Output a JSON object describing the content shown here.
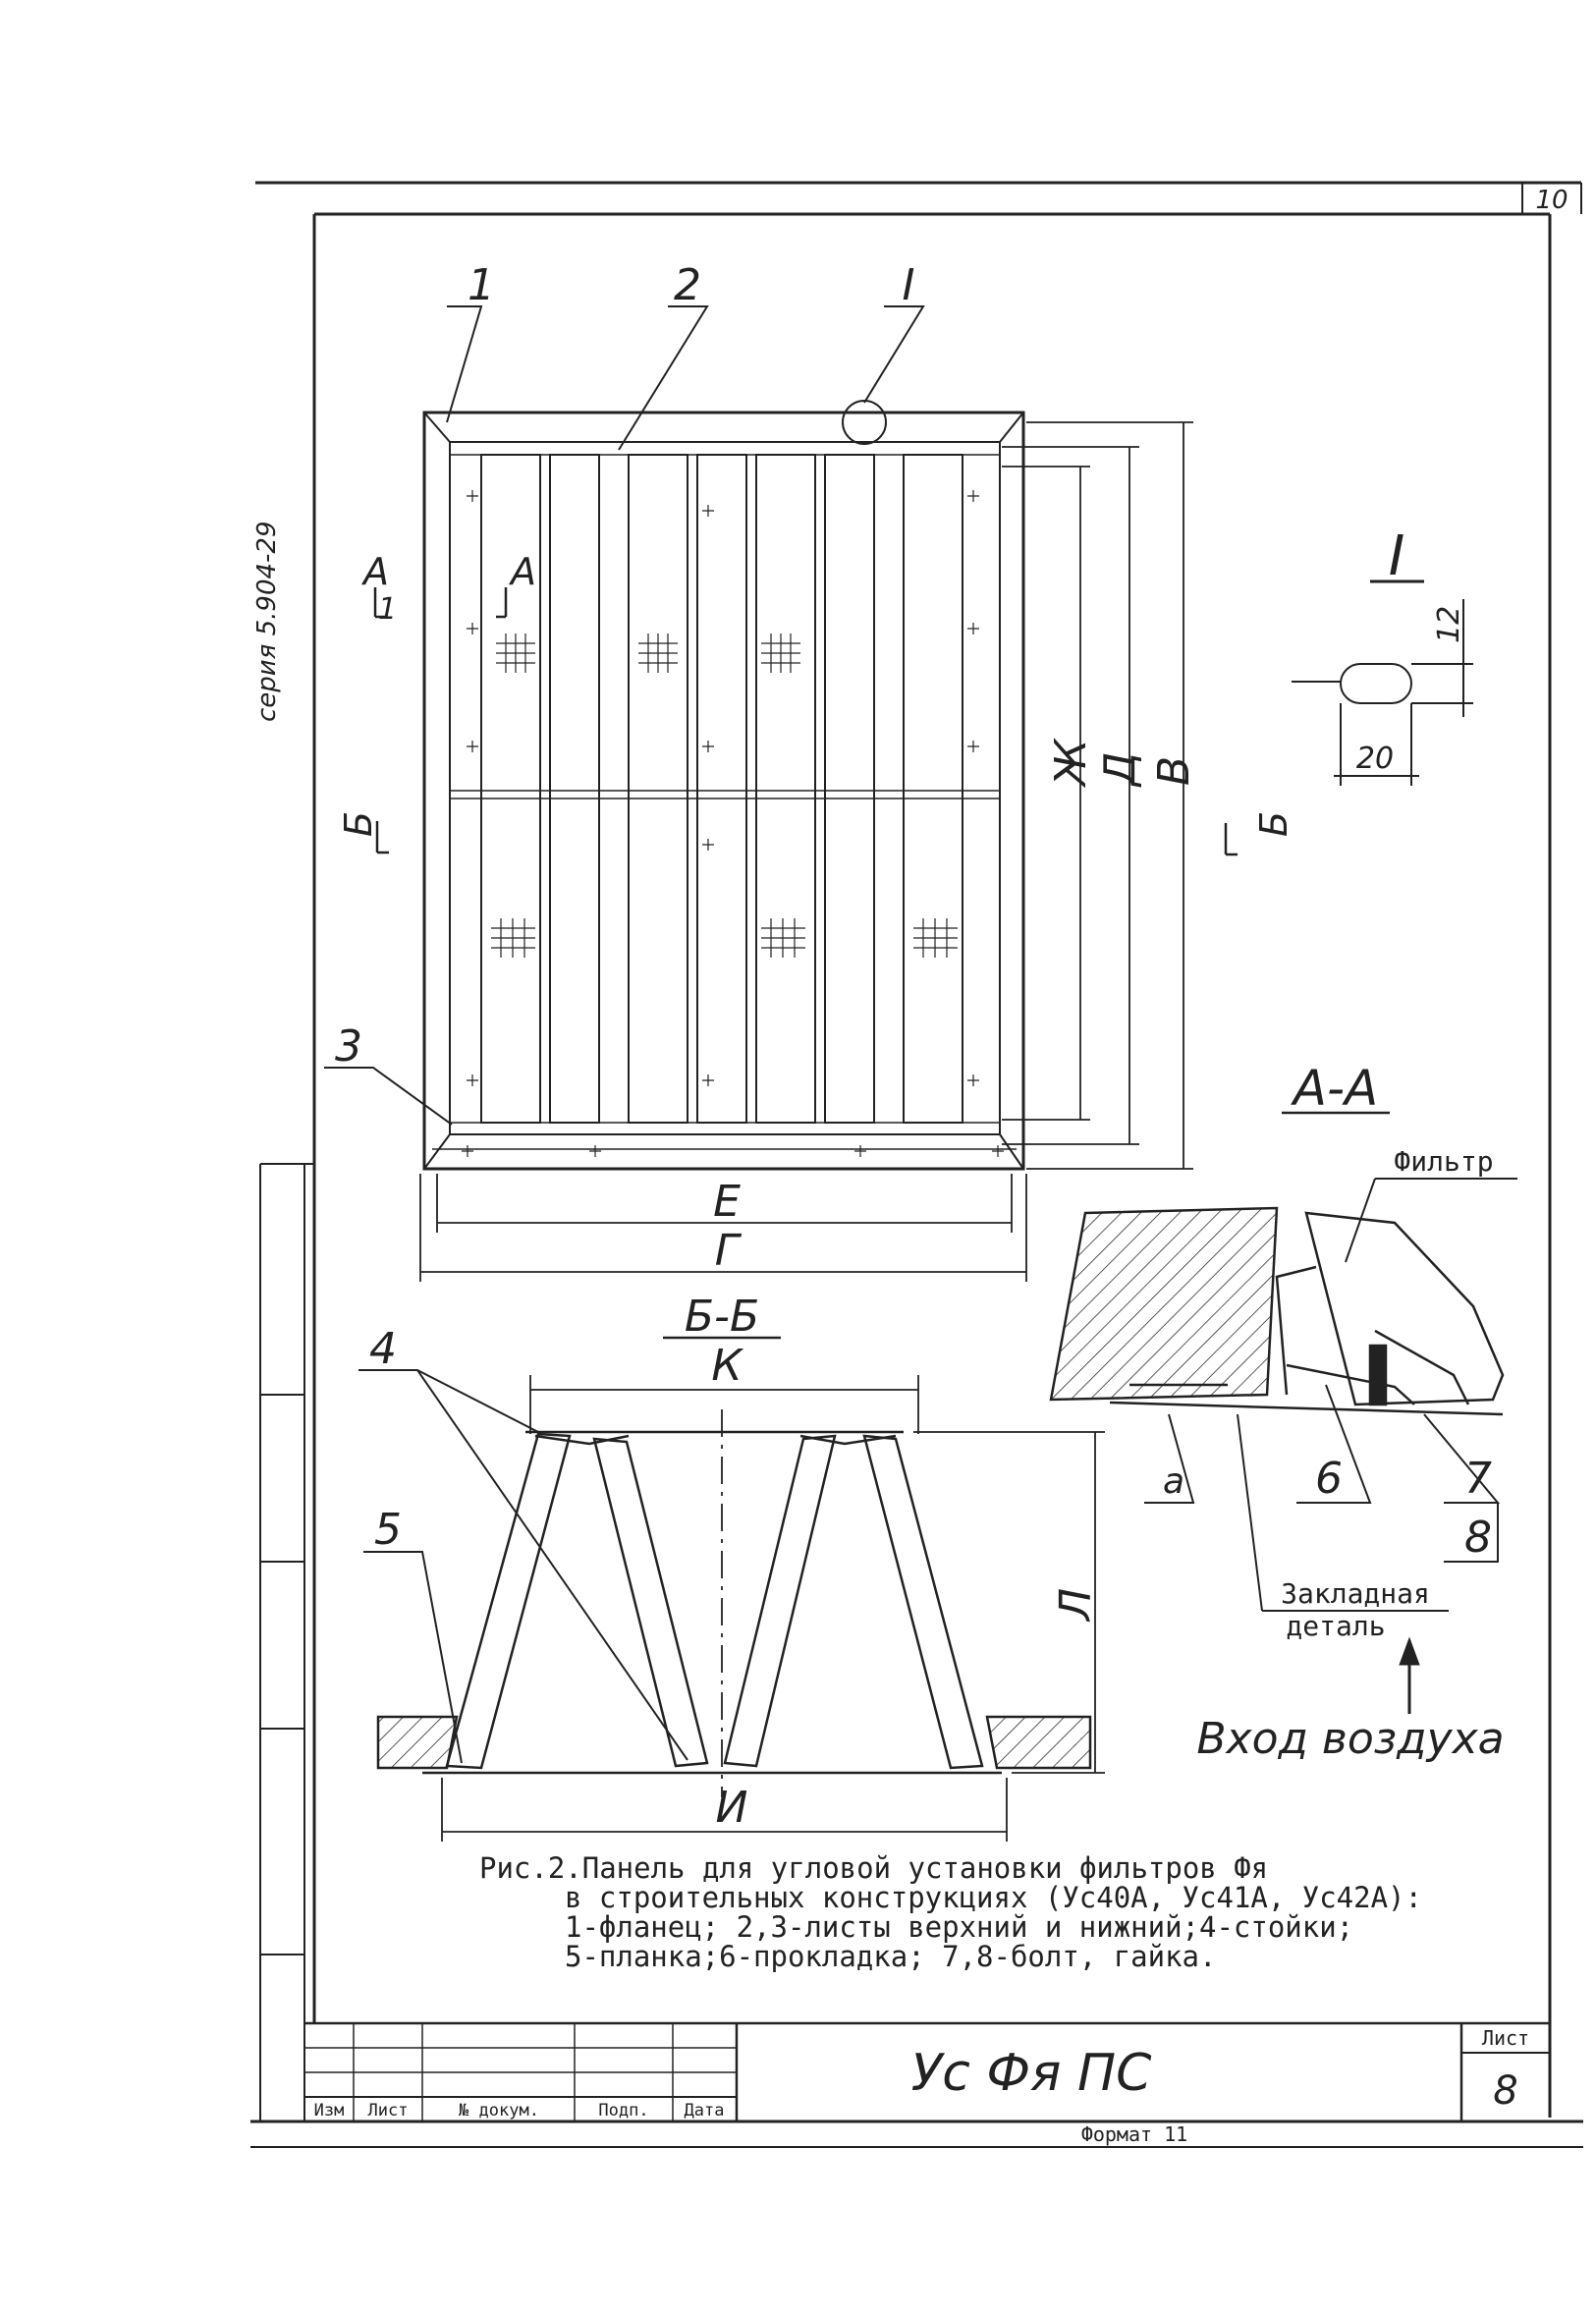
{
  "sheet_corner_number": "10",
  "side_stamp": "серия 5.904-29",
  "callouts": {
    "c1": "1",
    "c2": "2",
    "cI": "I",
    "c3": "3",
    "c4": "4",
    "c5": "5",
    "c6": "6",
    "c7": "7",
    "c8": "8",
    "ca": "а"
  },
  "section_marks": {
    "a_left": "А",
    "a_sub_left": "1",
    "a_right": "А",
    "b_left": "Б",
    "b_right": "Б"
  },
  "dims": {
    "zh": "Ж",
    "d": "Д",
    "v": "В",
    "e": "Е",
    "g": "Г",
    "k": "К",
    "l": "Л",
    "i": "И",
    "d12": "12",
    "d20": "20"
  },
  "detail_title": "I",
  "section_aa_title": "А-А",
  "section_bb_title": "Б-Б",
  "labels": {
    "filter": "Фильтр",
    "embedded_1": "Закладная",
    "embedded_2": "деталь",
    "air_inlet": "Вход воздуха"
  },
  "caption": {
    "line1": "Рис.2.Панель для угловой установки фильтров Фя",
    "line2": "в строительных конструкциях (Ус40А, Ус41А, Ус42А):",
    "line3": "1-фланец; 2,3-листы верхний и нижний;4-стойки;",
    "line4": "5-планка;6-прокладка; 7,8-болт, гайка."
  },
  "title_block": {
    "col_izm": "Изм",
    "col_list": "Лист",
    "col_doc": "№ докум.",
    "col_sign": "Подп.",
    "col_date": "Дата",
    "designation": "Ус Фя ПС",
    "sheet_label": "Лист",
    "sheet_number": "8"
  },
  "format_note": "Формат 11"
}
